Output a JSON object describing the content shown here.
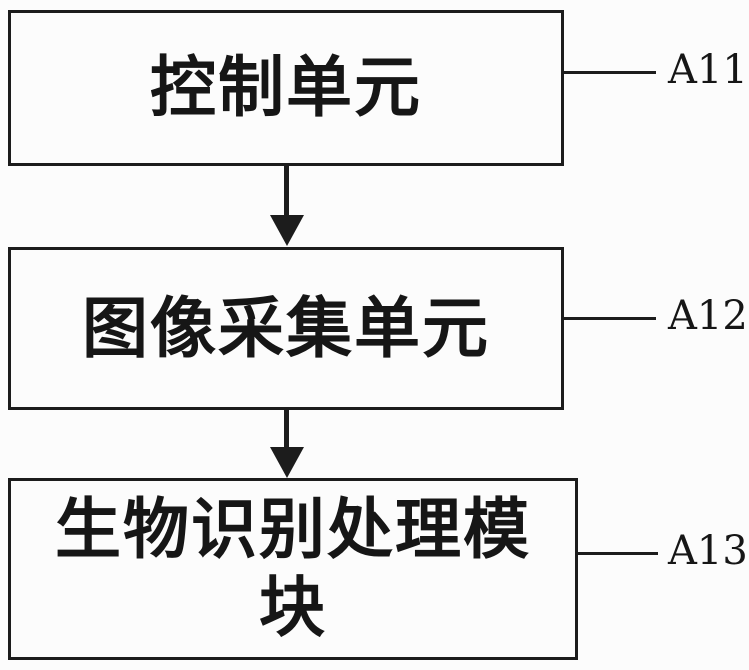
{
  "diagram": {
    "type": "flowchart",
    "direction": "top-down",
    "boxes": [
      {
        "label": "控制单元",
        "ref": "A11"
      },
      {
        "label": "图像采集单元",
        "ref": "A12"
      },
      {
        "label": "生物识别处理模块",
        "ref": "A13"
      }
    ],
    "connections": [
      {
        "from": "控制单元",
        "to": "图像采集单元",
        "style": "arrow-down"
      },
      {
        "from": "图像采集单元",
        "to": "生物识别处理模块",
        "style": "arrow-down"
      }
    ],
    "colors": {
      "line": "#1c1c1c",
      "background": "#fcfcfc"
    }
  }
}
